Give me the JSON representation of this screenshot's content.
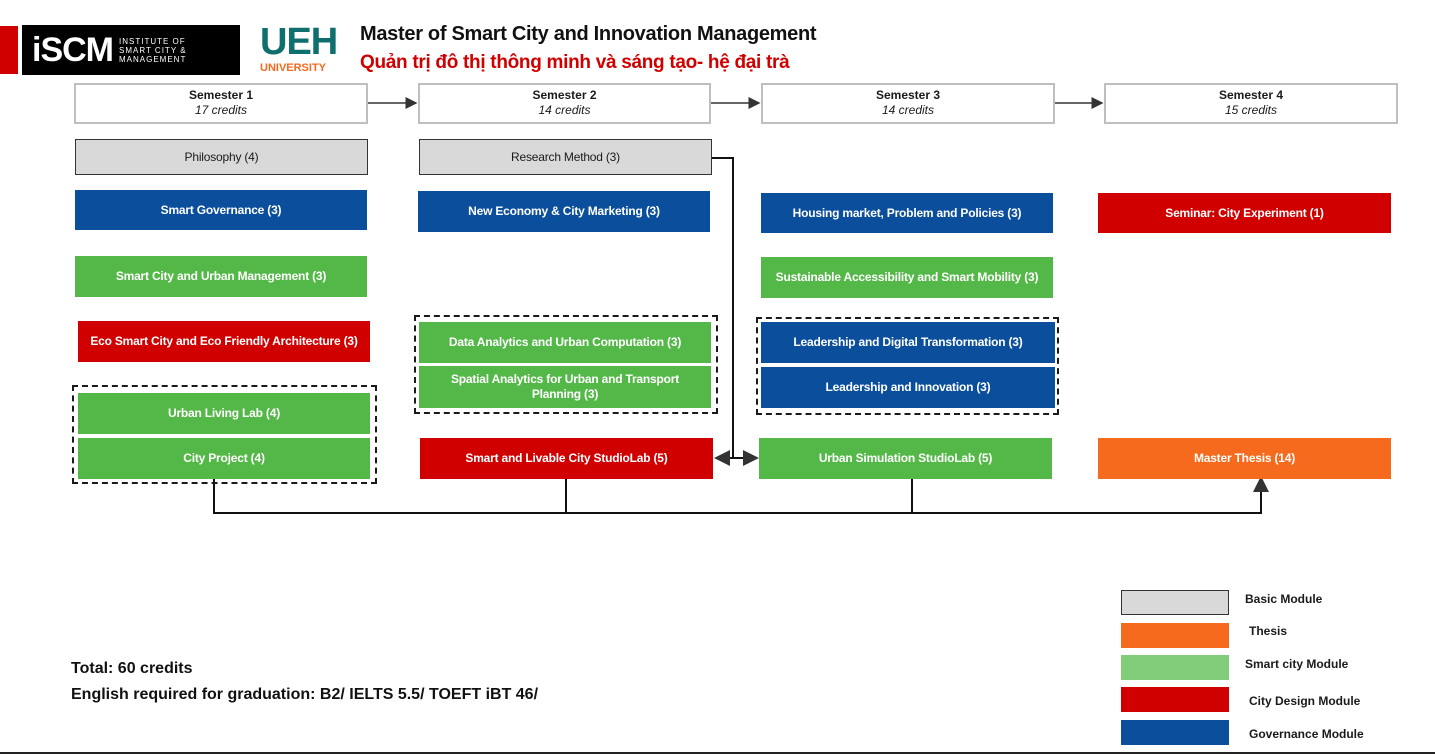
{
  "header": {
    "logo_iscm": "iSCM",
    "logo_iscm_sub": [
      "INSTITUTE OF",
      "SMART CITY &",
      "MANAGEMENT"
    ],
    "logo_ueh": "UEH",
    "logo_ueh_sub": "UNIVERSITY",
    "title": "Master of Smart City and Innovation Management",
    "subtitle": "Quản trị đô thị thông minh và sáng tạo- hệ đại trà"
  },
  "semesters": [
    {
      "title": "Semester 1",
      "credits": "17 credits"
    },
    {
      "title": "Semester 2",
      "credits": "14 credits"
    },
    {
      "title": "Semester 3",
      "credits": "14 credits"
    },
    {
      "title": "Semester 4",
      "credits": "15 credits"
    }
  ],
  "courses": {
    "philosophy": "Philosophy (4)",
    "research_method": "Research Method (3)",
    "smart_governance": "Smart Governance (3)",
    "new_economy": "New Economy & City Marketing (3)",
    "housing_market": "Housing market, Problem and Policies (3)",
    "seminar": "Seminar: City Experiment (1)",
    "smart_city_urban": "Smart City and Urban Management (3)",
    "sustainable_access": "Sustainable Accessibility and Smart Mobility (3)",
    "eco_smart": "Eco Smart City and Eco Friendly Architecture (3)",
    "data_analytics": "Data Analytics and Urban Computation (3)",
    "spatial_analytics": "Spatial Analytics for Urban and Transport Planning (3)",
    "leadership_digital": "Leadership and Digital Transformation (3)",
    "leadership_innovation": "Leadership and Innovation (3)",
    "urban_living_lab": "Urban Living Lab (4)",
    "city_project": "City Project (4)",
    "smart_livable": "Smart and Livable City StudioLab (5)",
    "urban_simulation": "Urban Simulation  StudioLab (5)",
    "master_thesis": "Master Thesis  (14)"
  },
  "legend": [
    {
      "label": "Basic Module",
      "color": "#d9d9d9"
    },
    {
      "label": "Thesis",
      "color": "#f56a1d"
    },
    {
      "label": "Smart city  Module",
      "color": "#82cd7a"
    },
    {
      "label": "City Design Module",
      "color": "#d00000"
    },
    {
      "label": "Governance Module",
      "color": "#0b4f9c"
    }
  ],
  "footer": {
    "total": "Total: 60 credits",
    "english": "English required for graduation: B2/ IELTS 5.5/ TOEFT iBT 46/"
  }
}
